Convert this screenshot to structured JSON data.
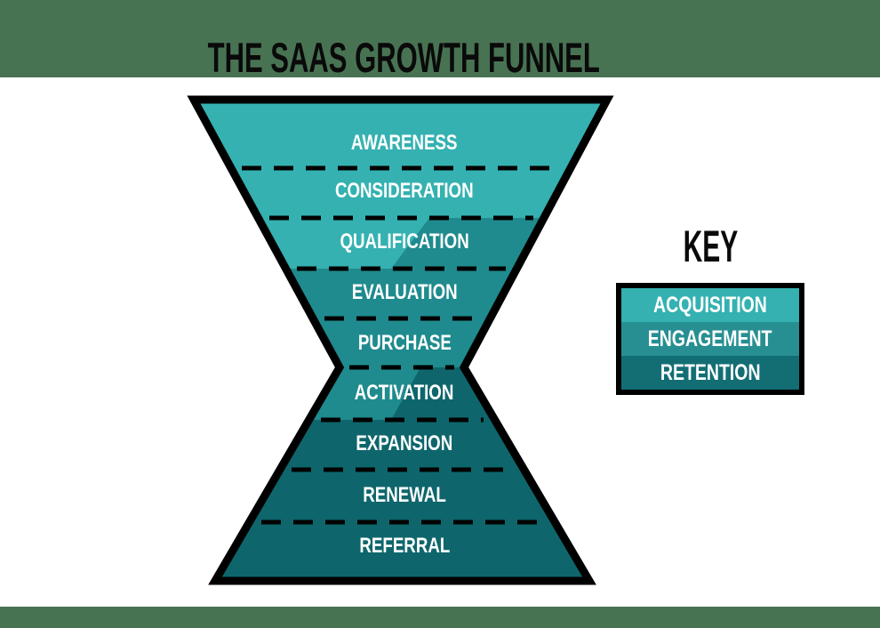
{
  "title": "THE SAAS GROWTH FUNNEL",
  "banner": {
    "color": "#487353"
  },
  "colors": {
    "acquisition": "#35B1B1",
    "engagement": "#1F8B8E",
    "retention": "#0E666C",
    "outline": "#000000",
    "divider": "#000000",
    "label_text": "#ffffff",
    "heading_text": "#0a0a0a"
  },
  "funnel": {
    "stages": [
      {
        "label": "AWARENESS",
        "phase": "acquisition"
      },
      {
        "label": "CONSIDERATION",
        "phase": "acquisition"
      },
      {
        "label": "QUALIFICATION",
        "phase": "acquisition-to-engagement"
      },
      {
        "label": "EVALUATION",
        "phase": "engagement"
      },
      {
        "label": "PURCHASE",
        "phase": "engagement"
      },
      {
        "label": "ACTIVATION",
        "phase": "engagement-to-retention"
      },
      {
        "label": "EXPANSION",
        "phase": "retention"
      },
      {
        "label": "RENEWAL",
        "phase": "retention"
      },
      {
        "label": "REFERRAL",
        "phase": "retention"
      }
    ]
  },
  "key": {
    "title": "KEY",
    "items": [
      {
        "label": "ACQUISITION",
        "color": "#35B1B1"
      },
      {
        "label": "ENGAGEMENT",
        "color": "#278F92"
      },
      {
        "label": "RETENTION",
        "color": "#136E74"
      }
    ]
  }
}
